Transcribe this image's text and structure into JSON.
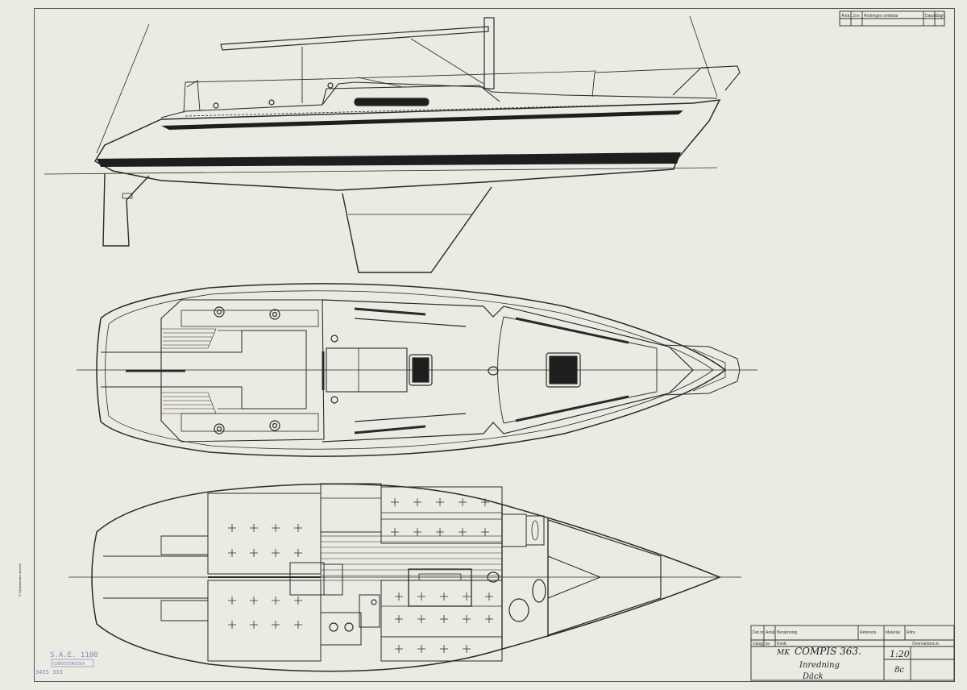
{
  "revision_table": {
    "headers": [
      "Ändr.",
      "Zon",
      "Ändringen omfattar",
      "Datum",
      "Sign."
    ]
  },
  "title_block": {
    "row1": [
      "Det.nr",
      "Antal",
      "Benämning",
      "Referens",
      "Material",
      "Ritnr."
    ],
    "row2": [
      "Uppgj. av",
      "Kontr.",
      "Övervärdsnt.nr."
    ],
    "project": "COMPIS 363.",
    "scale": "1:20",
    "drawing_title": "Inredning",
    "drawing_subtitle": "Däck",
    "sheet_number": "8c",
    "signature": "MK"
  },
  "stamp": {
    "line1": "S.A.E. 1108",
    "line2": "SJÖHISTORISKA",
    "line3": "3455 333"
  },
  "side_text": "© Sjöhistoriska museet"
}
